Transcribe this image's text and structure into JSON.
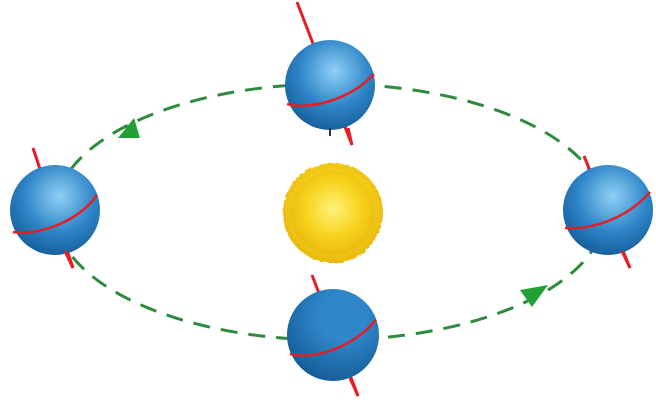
{
  "diagram": {
    "type": "earth-orbit-seasons",
    "orbit_color": "#2e8b3e",
    "axis_color": "#e31e24",
    "equator_color": "#e31e24",
    "sun_colors": {
      "core": "#fff27a",
      "mid": "#f7d21b",
      "edge": "#e8b80e"
    },
    "earth_colors": {
      "light": "#8fd0f5",
      "mid": "#2f86c8",
      "dark": "#135a96"
    },
    "arrow_color": "#21a036",
    "earths": [
      {
        "name": "earth-top",
        "position": "top"
      },
      {
        "name": "earth-left",
        "position": "left"
      },
      {
        "name": "earth-right",
        "position": "right"
      },
      {
        "name": "earth-bottom",
        "position": "bottom"
      }
    ],
    "arrows": [
      {
        "name": "orbit-arrow-upper-left",
        "direction": "toward-left"
      },
      {
        "name": "orbit-arrow-lower-right",
        "direction": "toward-right"
      }
    ]
  }
}
